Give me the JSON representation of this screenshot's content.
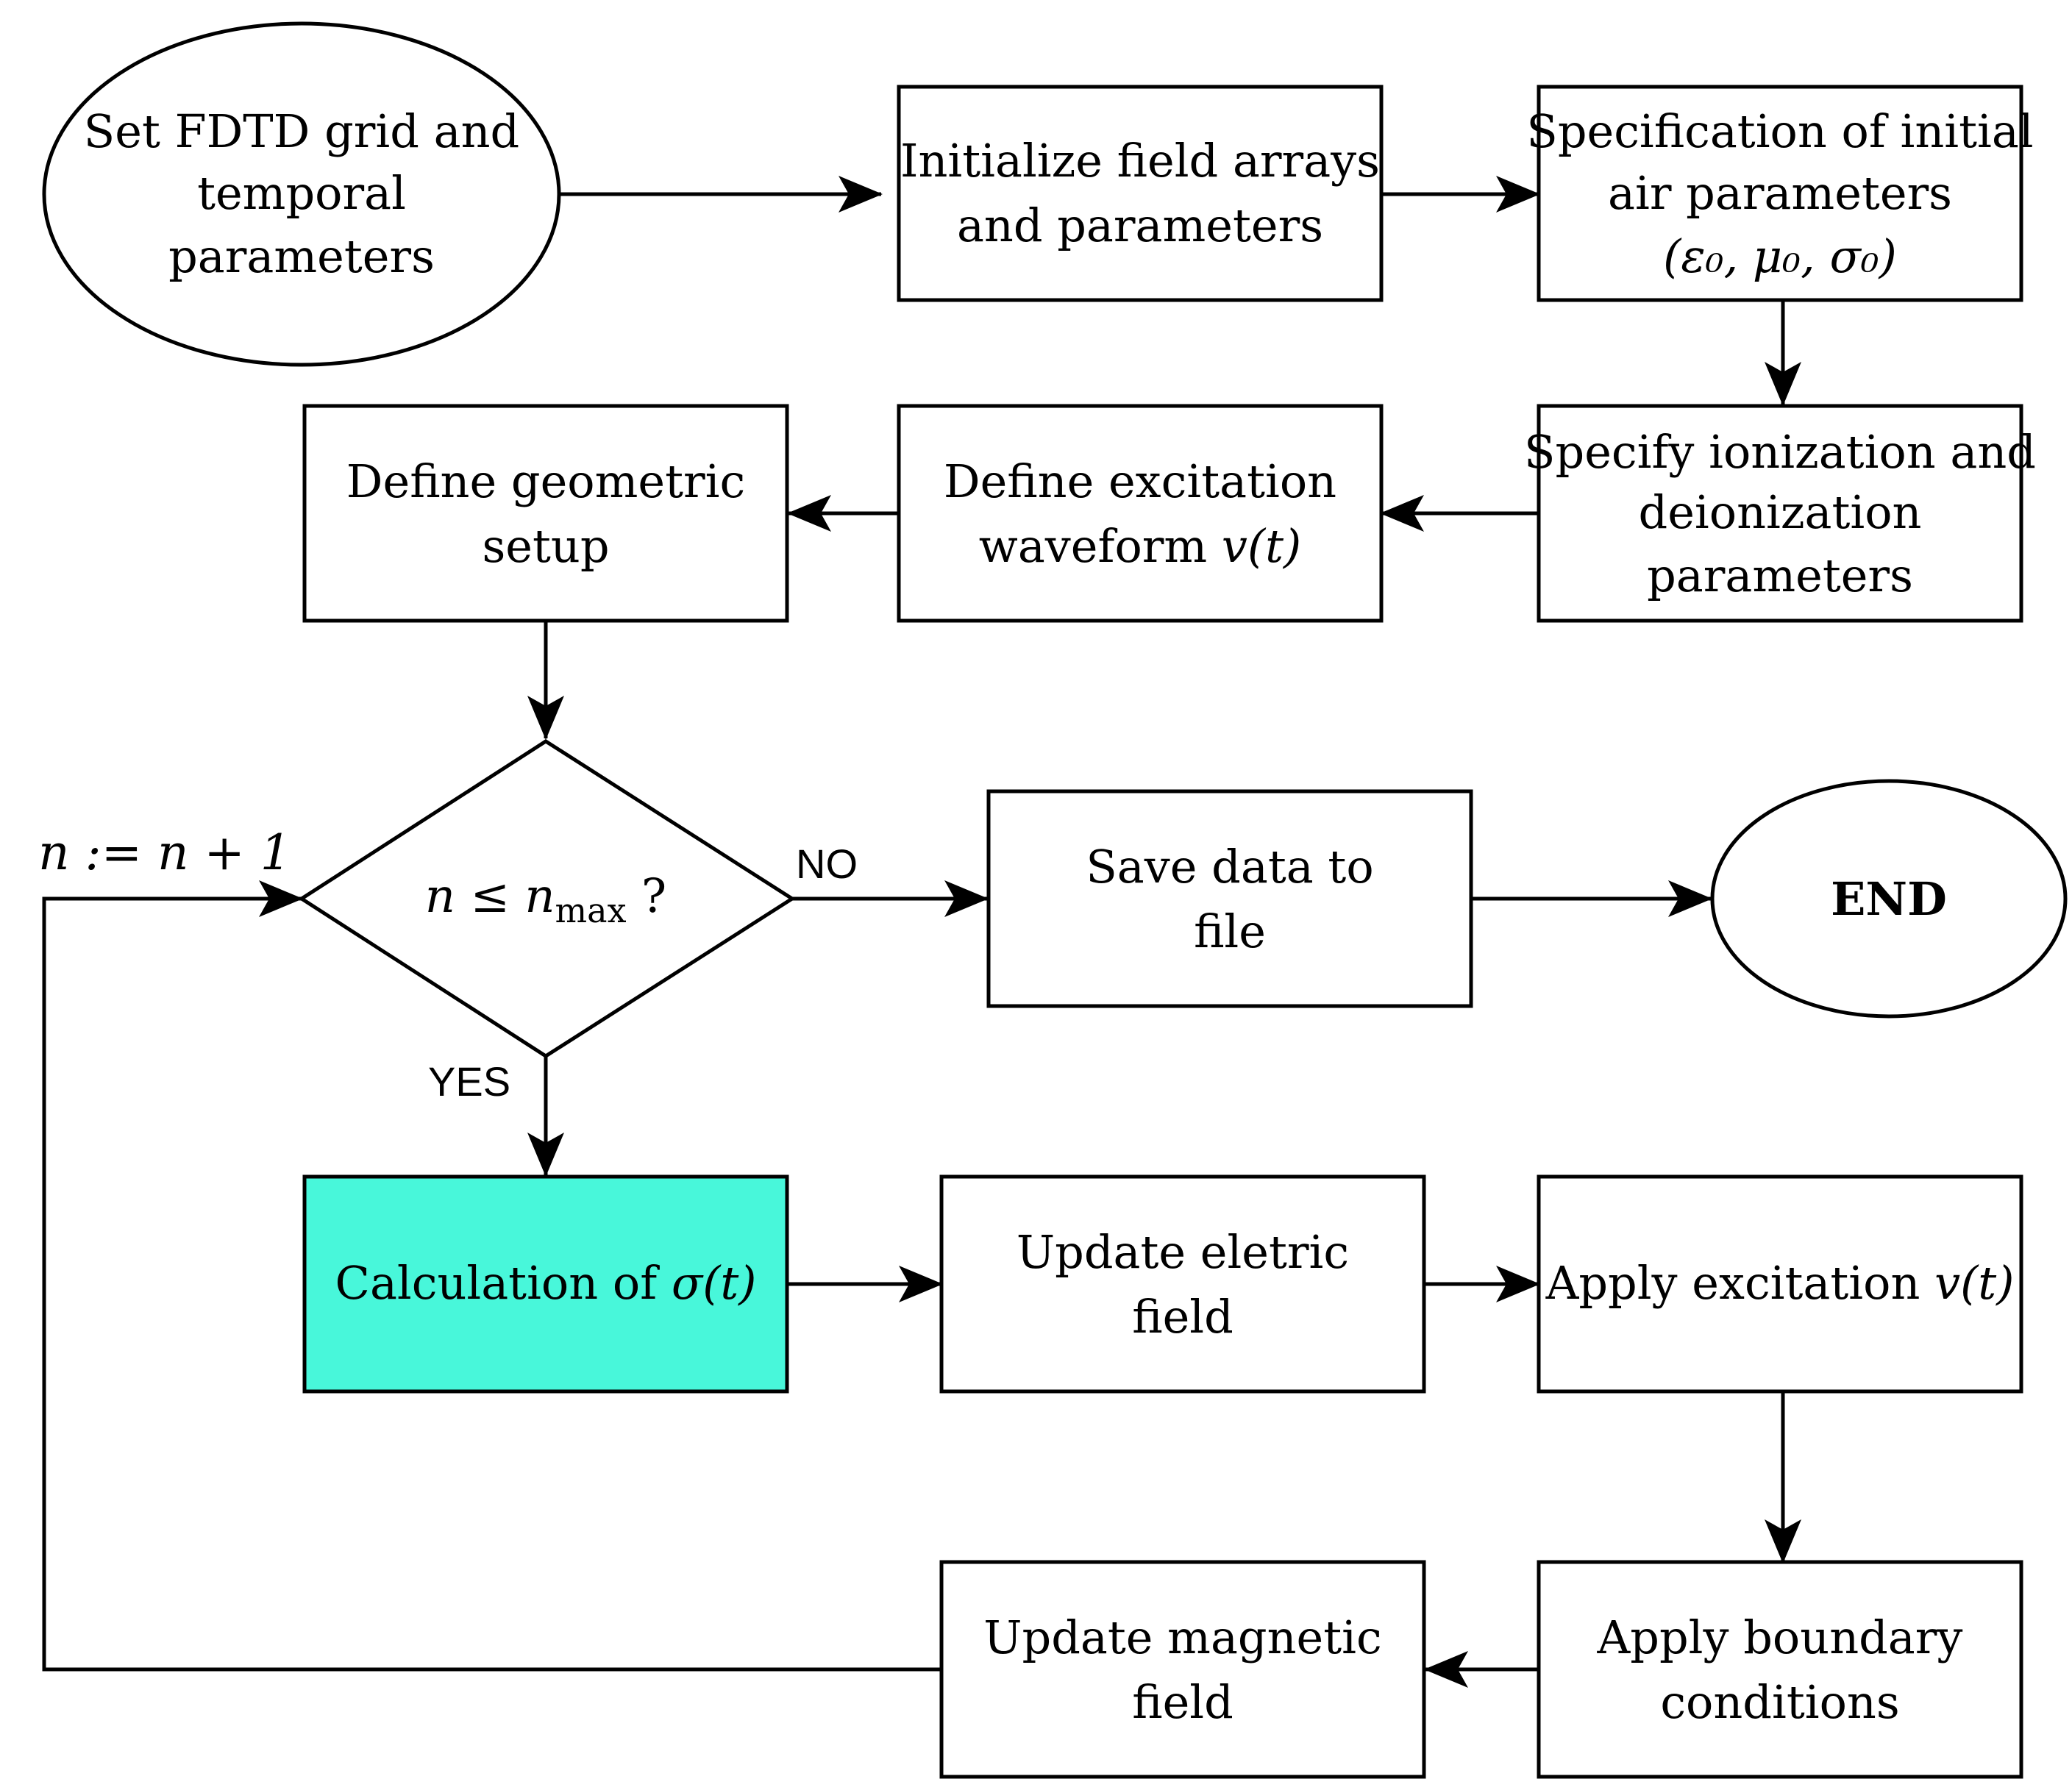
{
  "colors": {
    "stroke": "#000000",
    "background": "#ffffff",
    "highlight": "#48f7da"
  },
  "nodes": {
    "start": {
      "lines": [
        "Set FDTD grid and",
        "temporal",
        "parameters"
      ]
    },
    "init_fields": {
      "lines": [
        "Initialize field arrays",
        "and parameters"
      ]
    },
    "air_params": {
      "lines": [
        "Specification of initial",
        "air parameters"
      ],
      "math": "(ε₀, μ₀, σ₀)"
    },
    "ionization": {
      "lines": [
        "Specify ionization and",
        "deionization",
        "parameters"
      ]
    },
    "excitation_def": {
      "line1": "Define excitation",
      "line2_text": "waveform ",
      "line2_math": "v(t)"
    },
    "geometric": {
      "lines": [
        "Define geometric",
        "setup"
      ]
    },
    "decision": {
      "math_n": "n",
      "math_le": " ≤ ",
      "math_nmax": "n",
      "math_sub": "max",
      "suffix": " ?"
    },
    "save": {
      "lines": [
        "Save data to",
        "file"
      ]
    },
    "end": {
      "label": "END"
    },
    "sigma": {
      "text": "Calculation of ",
      "math": "σ(t)"
    },
    "update_e": {
      "lines": [
        "Update eletric",
        "field"
      ]
    },
    "apply_exc": {
      "text": "Apply excitation ",
      "math": "v(t)"
    },
    "boundary": {
      "lines": [
        "Apply boundary",
        "conditions"
      ]
    },
    "update_h": {
      "lines": [
        "Update magnetic",
        "field"
      ]
    }
  },
  "edge_labels": {
    "no": "NO",
    "yes": "YES",
    "loop": "n := n + 1"
  }
}
